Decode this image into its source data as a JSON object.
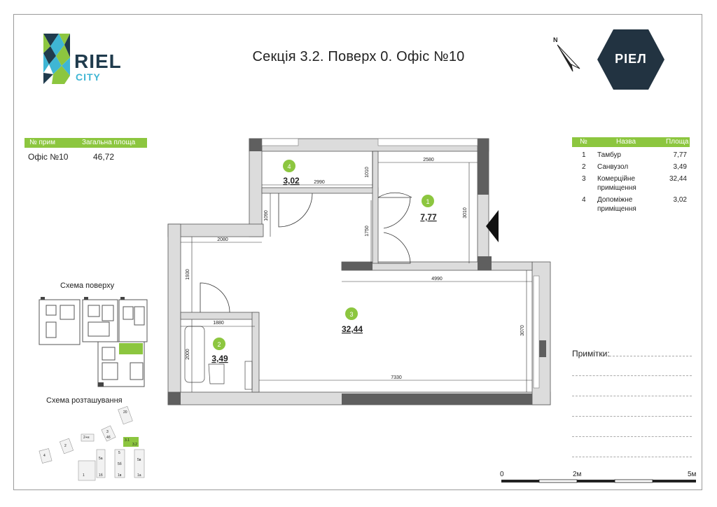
{
  "header": {
    "title": "Секція 3.2. Поверх 0. Офіс №10",
    "left_logo": {
      "word1": "RIEL",
      "word2": "CITY"
    },
    "right_logo": {
      "text": "РІЕЛ"
    },
    "compass": {
      "label": "N"
    }
  },
  "summary_table": {
    "headers": [
      "№ прим",
      "Загальна площа"
    ],
    "row": {
      "name": "Офіс №10",
      "area": "46,72"
    }
  },
  "rooms_table": {
    "headers": [
      "№",
      "Назва",
      "Площа"
    ],
    "rows": [
      {
        "num": "1",
        "name": [
          "Тамбур"
        ],
        "area": "7,77"
      },
      {
        "num": "2",
        "name": [
          "Санвузол"
        ],
        "area": "3,49"
      },
      {
        "num": "3",
        "name": [
          "Комерційне",
          "приміщення"
        ],
        "area": "32,44"
      },
      {
        "num": "4",
        "name": [
          "Допоміжне",
          "приміщення"
        ],
        "area": "3,02"
      }
    ]
  },
  "plan": {
    "rooms": [
      {
        "num": "1",
        "area": "7,77"
      },
      {
        "num": "2",
        "area": "3,49"
      },
      {
        "num": "3",
        "area": "32,44"
      },
      {
        "num": "4",
        "area": "3,02"
      }
    ],
    "dimensions": [
      "2580",
      "2990",
      "1010",
      "1090",
      "2080",
      "1750",
      "3010",
      "4990",
      "1930",
      "1880",
      "3070",
      "2000",
      "7330"
    ]
  },
  "left_panel": {
    "floor_scheme_label": "Схема поверху",
    "location_scheme_label": "Схема розташування",
    "location_building_labels": [
      "20",
      "3",
      "2+н",
      "4б",
      "2",
      "4",
      "5",
      "5а",
      "5б",
      "5в",
      "1",
      "1б",
      "1в",
      "1а",
      "3.1",
      "3.2"
    ]
  },
  "notes": {
    "label": "Примітки:"
  },
  "scale": {
    "labels": [
      "0",
      "2м",
      "5м"
    ]
  },
  "colors": {
    "accent_green": "#8cc63f",
    "wall": "#5f5f5f",
    "logo_dark": "#223341",
    "logo_blue": "#3fb6d4"
  }
}
